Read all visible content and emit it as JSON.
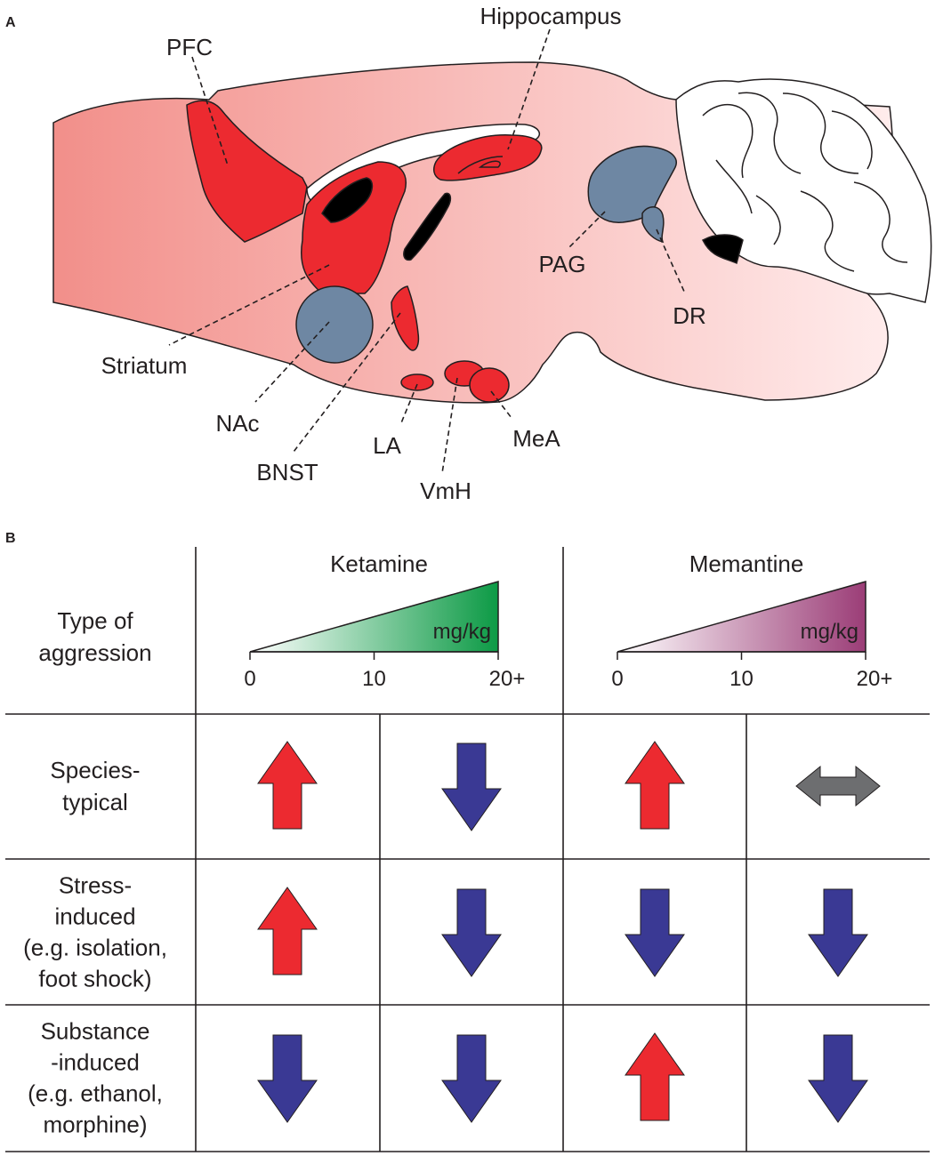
{
  "panel_a": {
    "letter": "A",
    "labels": {
      "pfc": "PFC",
      "hippocampus": "Hippocampus",
      "striatum": "Striatum",
      "nac": "NAc",
      "bnst": "BNST",
      "la": "LA",
      "vmh": "VmH",
      "mea": "MeA",
      "pag": "PAG",
      "dr": "DR"
    },
    "colors": {
      "brain_left": "#f28f8a",
      "brain_right": "#ffecec",
      "region_red": "#ec2a30",
      "region_blue": "#6e87a3"
    }
  },
  "panel_b": {
    "letter": "B",
    "header_label_lines": [
      "Type of",
      "aggression"
    ],
    "drugs": [
      {
        "name": "Ketamine",
        "unit": "mg/kg",
        "ticks": [
          "0",
          "10",
          "20+"
        ],
        "color": "#0c9a45"
      },
      {
        "name": "Memantine",
        "unit": "mg/kg",
        "ticks": [
          "0",
          "10",
          "20+"
        ],
        "color": "#9b3d77"
      }
    ],
    "rows": [
      {
        "label_lines": [
          "Species-",
          "typical"
        ],
        "effects": [
          "up",
          "down",
          "up",
          "both"
        ]
      },
      {
        "label_lines": [
          "Stress-",
          "induced",
          "(e.g. isolation,",
          "foot shock)"
        ],
        "effects": [
          "up",
          "down",
          "down",
          "down"
        ]
      },
      {
        "label_lines": [
          "Substance",
          "-induced",
          "(e.g. ethanol,",
          "morphine)"
        ],
        "effects": [
          "down",
          "down",
          "up",
          "down"
        ]
      }
    ],
    "effect_colors": {
      "up": "#ec2a30",
      "down": "#3a3994",
      "both": "#6d6e70"
    }
  }
}
